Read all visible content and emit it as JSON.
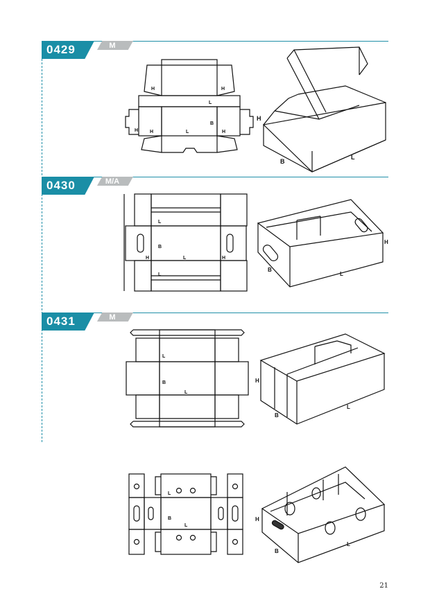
{
  "sections": [
    {
      "code": "0429",
      "type": "M",
      "net_labels": [
        "H",
        "H",
        "H",
        "H",
        "H",
        "L",
        "B",
        "L"
      ],
      "box_labels": [
        "H",
        "B",
        "L"
      ]
    },
    {
      "code": "0430",
      "type": "M/A",
      "net_labels": [
        "L",
        "B",
        "H",
        "L",
        "H",
        "L"
      ],
      "box_labels": [
        "H",
        "B",
        "L"
      ]
    },
    {
      "code": "0431",
      "type": "M",
      "net_labels": [
        "L",
        "B",
        "L"
      ],
      "box_labels": [
        "H",
        "B",
        "L"
      ]
    },
    {
      "net_labels": [
        "L",
        "B",
        "L"
      ],
      "box_labels": [
        "H",
        "B",
        "L"
      ]
    }
  ],
  "colors": {
    "accent": "#1a8ea6",
    "tag": "#b9bcbd",
    "line": "#1f8fa8"
  },
  "footer": {
    "page_number": "21"
  }
}
